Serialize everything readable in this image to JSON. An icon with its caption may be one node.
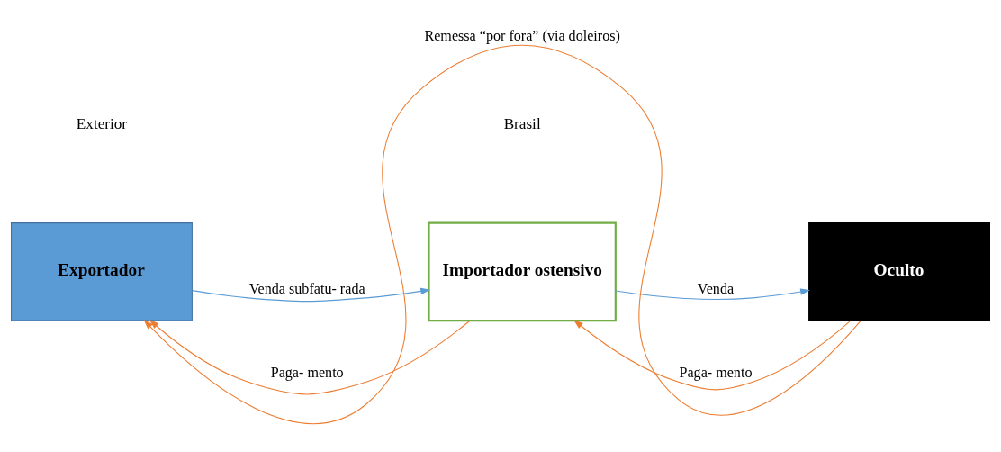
{
  "diagram": {
    "nodes": [
      {
        "text": [
          "Exportador"
        ]
      },
      {
        "text": [
          "Importador ostensivo"
        ]
      },
      {
        "text": [
          "Oculto"
        ]
      }
    ],
    "edges": [
      {
        "from": 1,
        "to": 0,
        "arrow": "to",
        "label": "Paga- mento",
        "color": "#ed7d31"
      },
      {
        "from": 0,
        "to": 1,
        "arrow": "to",
        "label": "Venda subfatu- rada",
        "color": "#5b9bd5"
      },
      {
        "from": 2,
        "to": 1,
        "arrow": "to",
        "label": "Paga- mento",
        "color": "#ed7d31"
      },
      {
        "from": 1,
        "to": 2,
        "arrow": "to",
        "label": "Venda",
        "color": "#5b9bd5"
      },
      {
        "from": 2,
        "to": 0,
        "arrow": "to",
        "label": "Remessa “por fora” (via doleiros)",
        "color": "#ed7d31"
      }
    ],
    "labels": [
      "Exterior",
      "Brasil"
    ]
  }
}
